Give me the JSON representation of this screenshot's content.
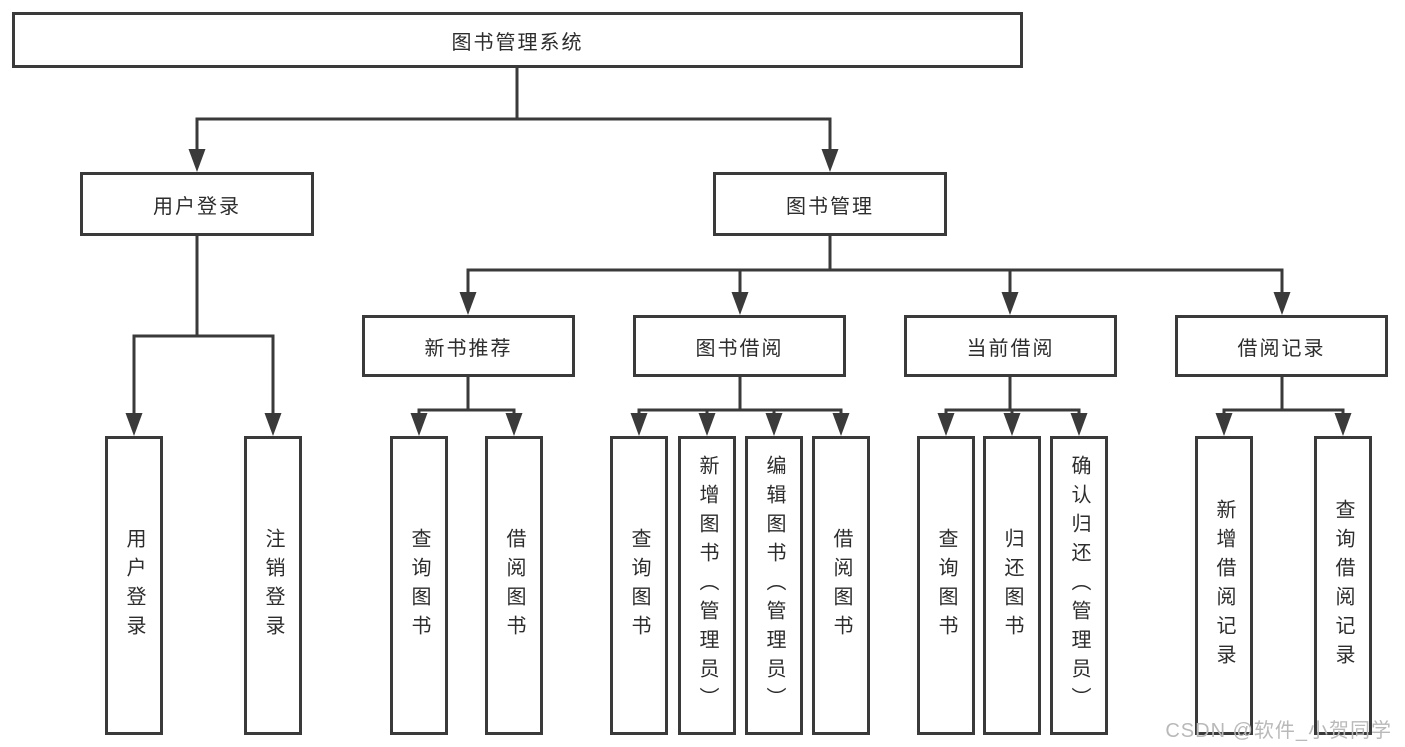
{
  "diagram": {
    "root": {
      "label": "图书管理系统"
    },
    "branches": [
      {
        "label": "用户登录",
        "leaves": [
          "用户登录",
          "注销登录"
        ]
      },
      {
        "label": "图书管理",
        "groups": [
          {
            "label": "新书推荐",
            "leaves": [
              "查询图书",
              "借阅图书"
            ]
          },
          {
            "label": "图书借阅",
            "leaves": [
              "查询图书",
              "新增图书（管理员）",
              "编辑图书（管理员）",
              "借阅图书"
            ]
          },
          {
            "label": "当前借阅",
            "leaves": [
              "查询图书",
              "归还图书",
              "确认归还（管理员）"
            ]
          },
          {
            "label": "借阅记录",
            "leaves": [
              "新增借阅记录",
              "查询借阅记录"
            ]
          }
        ]
      }
    ]
  },
  "watermark": {
    "text": "CSDN @软件_小贺同学"
  },
  "colors": {
    "line": "#3a3a3a",
    "box_border": "#3a3a3a",
    "text": "#2d2d2d",
    "background": "#ffffff",
    "watermark": "#b9b9b9"
  }
}
